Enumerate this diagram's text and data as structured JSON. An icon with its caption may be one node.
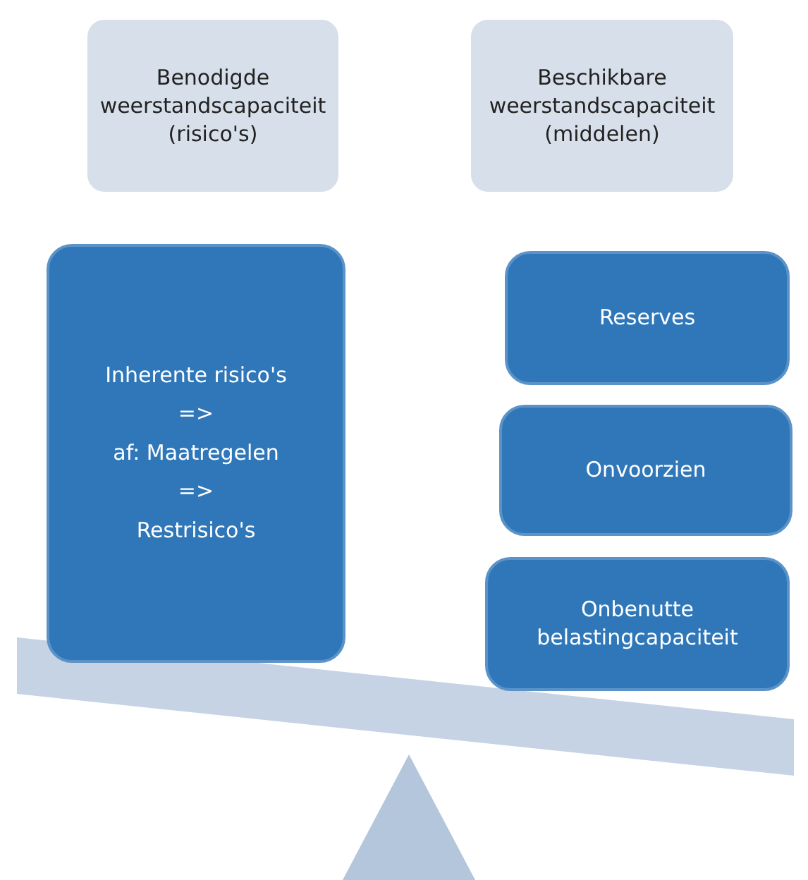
{
  "diagram": {
    "nodes": [
      {
        "text": [
          "Benodigde weerstandscapaciteit (risico's)"
        ]
      },
      {
        "text": [
          "Beschikbare weerstandscapaciteit (middelen)"
        ]
      },
      {
        "text": [
          "Inherente risico's",
          "=>",
          "af: Maatregelen",
          "=>",
          "Restrisico's"
        ]
      },
      {
        "text": [
          "Reserves"
        ]
      },
      {
        "text": [
          "Onvoorzien"
        ]
      },
      {
        "text": [
          "Onbenutte belastingcapaciteit"
        ]
      }
    ]
  }
}
